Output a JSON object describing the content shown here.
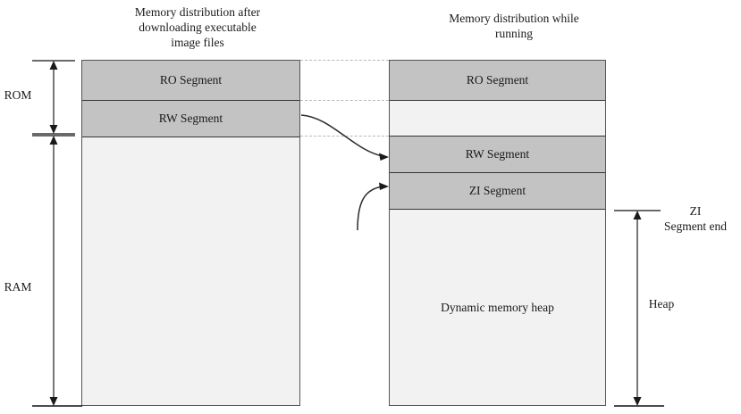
{
  "diagram": {
    "left_panel": {
      "title": "Memory distribution after\ndownloading executable\nimage files",
      "segments": [
        {
          "label": "RO Segment",
          "fill": "#c3c3c3"
        },
        {
          "label": "RW Segment",
          "fill": "#c3c3c3"
        },
        {
          "label": "",
          "fill": "#f2f2f2"
        }
      ]
    },
    "right_panel": {
      "title": "Memory distribution while\nrunning",
      "segments": [
        {
          "label": "RO Segment",
          "fill": "#c3c3c3"
        },
        {
          "label": "",
          "fill": "#f2f2f2"
        },
        {
          "label": "RW Segment",
          "fill": "#c3c3c3"
        },
        {
          "label": "ZI Segment",
          "fill": "#c3c3c3"
        },
        {
          "label": "Dynamic memory heap",
          "fill": "#f2f2f2"
        }
      ]
    },
    "measures": [
      {
        "name": "rom",
        "label": "ROM"
      },
      {
        "name": "ram",
        "label": "RAM"
      },
      {
        "name": "zi-segment-end",
        "label": "ZI\nSegment end"
      },
      {
        "name": "heap",
        "label": "Heap"
      }
    ],
    "colors": {
      "segment_fill": "#c3c3c3",
      "free_fill": "#f2f2f2",
      "border": "#555555",
      "inner_border": "#333333",
      "dotted_link": "#b8b8b8",
      "arrow": "#2b2b2b",
      "text": "#1a1a1a",
      "background": "#ffffff"
    }
  }
}
